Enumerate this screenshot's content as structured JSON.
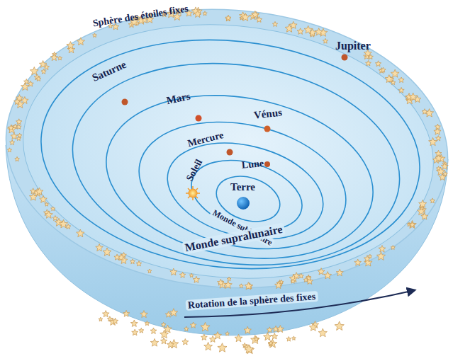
{
  "diagram": {
    "labels": [
      "Sphère des étoiles fixes",
      "Saturne",
      "Jupiter",
      "Mars",
      "Vénus",
      "Mercure",
      "Lune",
      "Soleil",
      "Terre",
      "Monde sublunaire",
      "Monde supralunaire",
      "Rotation de la sphère des fixes"
    ]
  }
}
